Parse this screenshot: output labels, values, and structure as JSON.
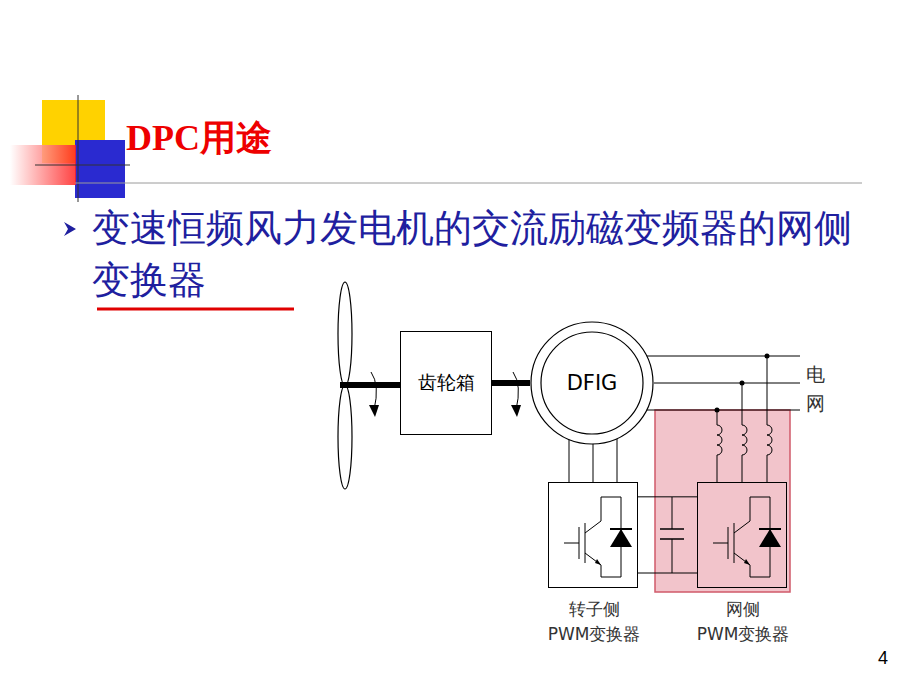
{
  "diagram": {
    "title": "DPC用途",
    "nodes": [
      {
        "text": [
          "齿轮箱"
        ]
      },
      {
        "text": [
          "DFIG"
        ]
      },
      {
        "text": [
          "转子侧 PWM变换器"
        ]
      },
      {
        "text": [
          "网侧 PWM变换器"
        ]
      }
    ],
    "edges": [
      {
        "from": 0,
        "to": 1,
        "arrow": "none"
      },
      {
        "from": 1,
        "to": 2,
        "arrow": "none"
      },
      {
        "from": 2,
        "to": 3,
        "arrow": "none"
      }
    ],
    "labels": [
      "变速恒频风力发电机的交流励磁变频器的网侧变换器",
      "电网",
      "4"
    ]
  }
}
